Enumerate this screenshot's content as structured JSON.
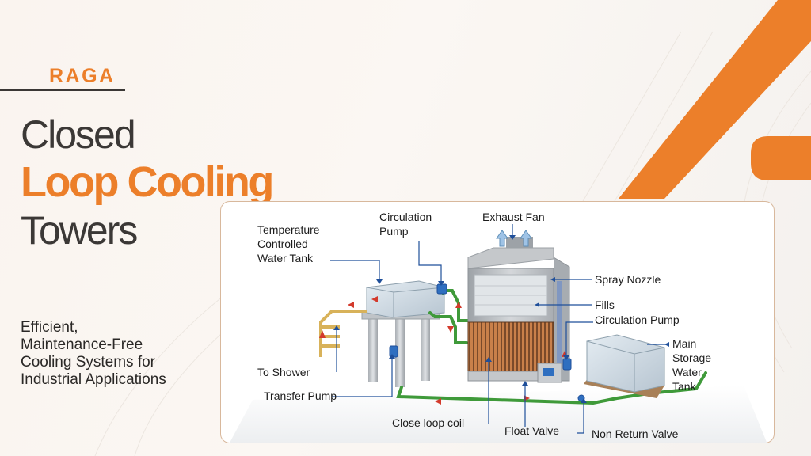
{
  "brand": {
    "name": "RAGA",
    "accent": "#ec7f2a"
  },
  "headline": {
    "line1": "Closed",
    "line2": "Loop Cooling",
    "line3": "Towers"
  },
  "tagline": {
    "line1": "Efficient,",
    "line2": "Maintenance-Free",
    "line3": "Cooling Systems for",
    "line4": "Industrial Applications"
  },
  "diagram": {
    "labels": {
      "temperature_tank": {
        "line1": "Temperature",
        "line2": "Controlled",
        "line3": "Water Tank"
      },
      "circulation_pump_top": {
        "line1": "Circulation",
        "line2": "Pump"
      },
      "exhaust_fan": "Exhaust Fan",
      "spray_nozzle": "Spray Nozzle",
      "fills": "Fills",
      "circulation_pump_right": "Circulation Pump",
      "main_tank": {
        "line1": "Main",
        "line2": "Storage",
        "line3": "Water",
        "line4": "Tank"
      },
      "to_shower": "To Shower",
      "transfer_pump": "Transfer Pump",
      "close_loop_coil": "Close loop coil",
      "float_valve": "Float Valve",
      "non_return_valve": "Non Return Valve"
    },
    "colors": {
      "leader_line": "#1f4f9a",
      "flow_arrow": "#d33a2c",
      "pipe_green": "#3f9a3a",
      "pipe_yellow": "#d8b25a",
      "pump_blue": "#2f6fc0",
      "tank_glass": "#c9d6e0",
      "tower_body": "#b8bcc0",
      "coil_copper": "#b86a3c"
    }
  }
}
